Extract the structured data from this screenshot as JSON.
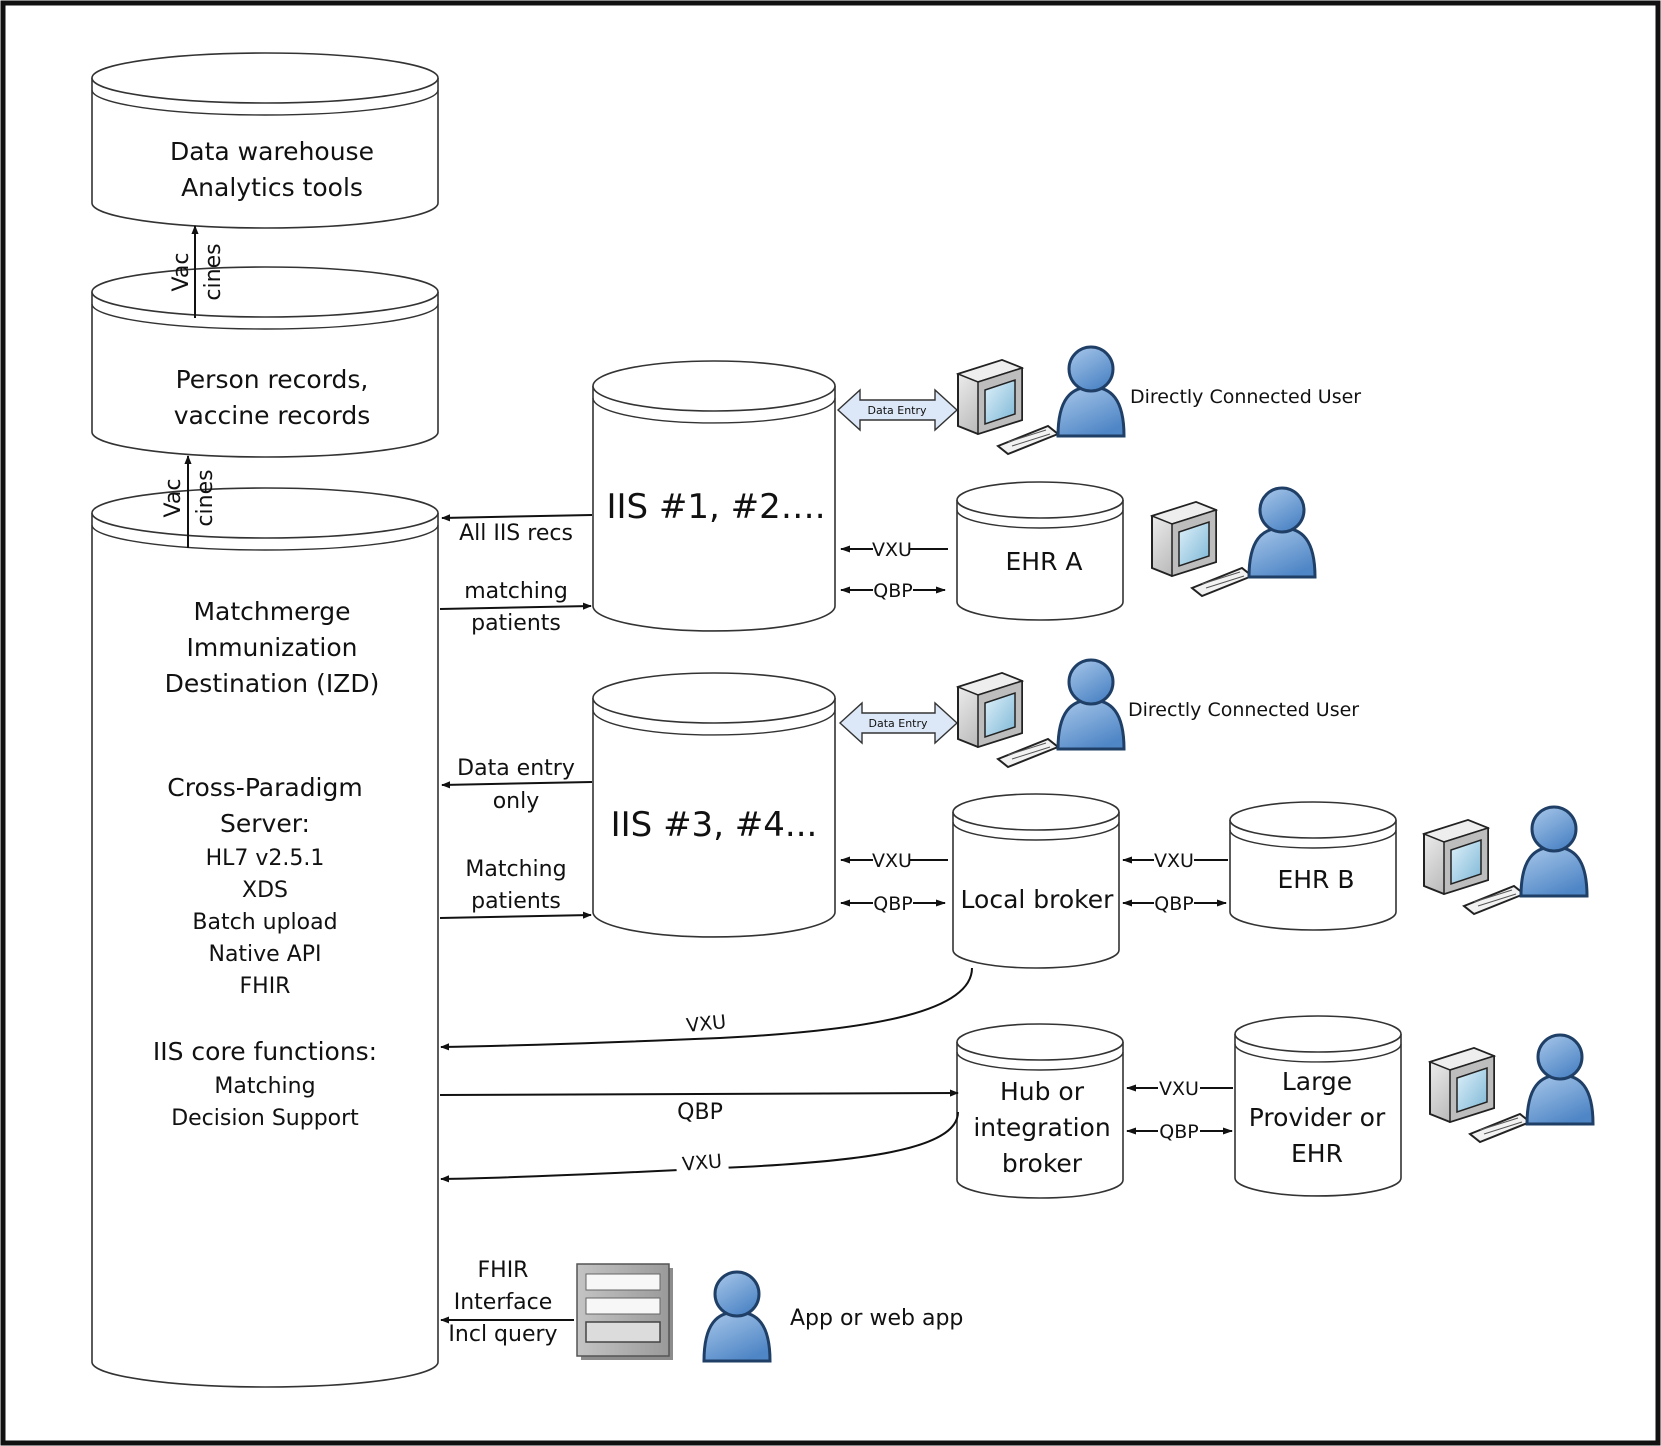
{
  "warehouse": {
    "line1": "Data warehouse",
    "line2": "Analytics tools"
  },
  "arrow_vaccines_top": {
    "part1": "Vac",
    "part2": "cines"
  },
  "person": {
    "line1": "Person records,",
    "line2": "vaccine records"
  },
  "arrow_vaccines_bottom": {
    "part1": "Vac",
    "part2": "cines"
  },
  "izd": {
    "line1": "Matchmerge",
    "line2": "Immunization",
    "line3": "Destination (IZD)",
    "server_title1": "Cross-Paradigm",
    "server_title2": "Server:",
    "protocols": [
      "HL7 v2.5.1",
      "XDS",
      "Batch upload",
      "Native API",
      "FHIR"
    ],
    "core_title": "IIS core functions:",
    "core_items": [
      "Matching",
      "Decision Support"
    ]
  },
  "iis12": {
    "label": "IIS #1, #2….",
    "all_recs": "All IIS recs",
    "matching1": "matching",
    "matching2": "patients",
    "data_entry": "Data Entry",
    "user": "Directly Connected User"
  },
  "ehr_a": {
    "label": "EHR A",
    "vxu": "VXU",
    "qbp": "QBP"
  },
  "iis34": {
    "label": "IIS #3, #4...",
    "data_entry1": "Data entry",
    "data_entry2": "only",
    "matching1": "Matching",
    "matching2": "patients",
    "data_entry": "Data Entry",
    "user": "Directly Connected User"
  },
  "local_broker": {
    "label": "Local broker",
    "vxu_left": "VXU",
    "qbp_left": "QBP",
    "vxu_right": "VXU",
    "qbp_right": "QBP",
    "vxu_curve": "VXU"
  },
  "ehr_b": {
    "label": "EHR B"
  },
  "hub": {
    "line1": "Hub or",
    "line2": "integration",
    "line3": "broker",
    "qbp_line": "QBP",
    "vxu_curve": "VXU",
    "vxu_right": "VXU",
    "qbp_right": "QBP"
  },
  "large_provider": {
    "line1": "Large",
    "line2": "Provider or",
    "line3": "EHR"
  },
  "fhir": {
    "line1": "FHIR",
    "line2": "Interface",
    "line3": "Incl query"
  },
  "app": {
    "label": "App or web app"
  }
}
